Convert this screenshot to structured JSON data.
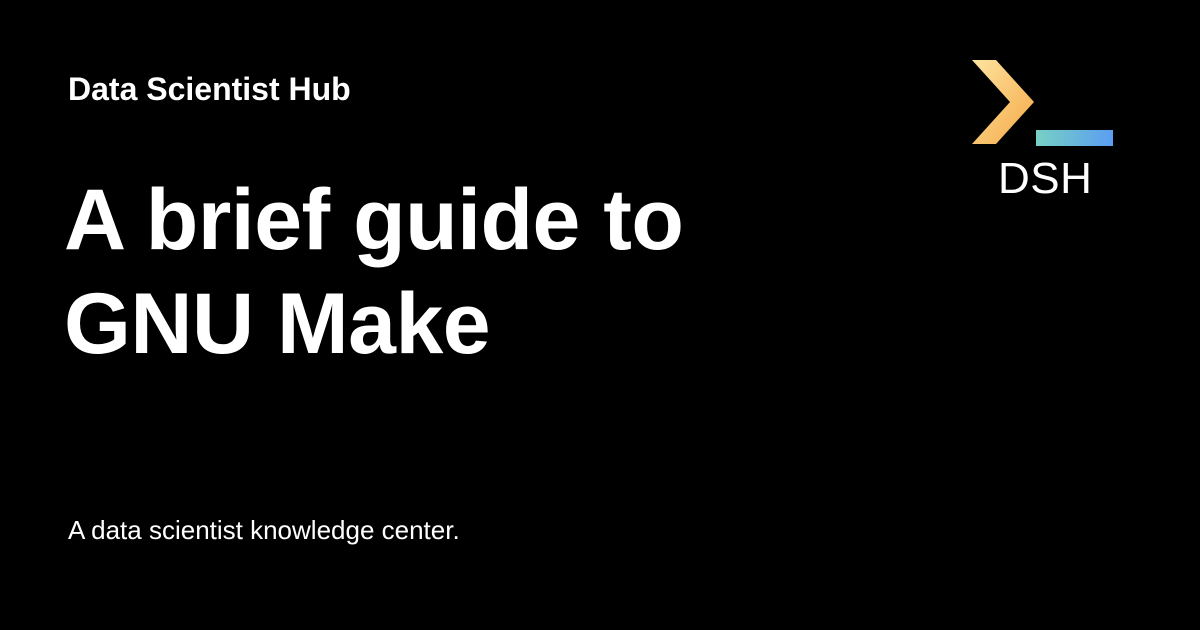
{
  "header": {
    "site_name": "Data Scientist Hub"
  },
  "main": {
    "title_line_1": "A brief guide to",
    "title_line_2": "GNU Make",
    "tagline": "A data scientist knowledge center."
  },
  "logo": {
    "text": "DSH",
    "icon": "terminal-prompt-icon",
    "colors": {
      "chevron_start": "#fdd98a",
      "chevron_end": "#f7b24f",
      "underscore_start": "#6fc9c9",
      "underscore_end": "#5aa3f0"
    }
  },
  "colors": {
    "background": "#000000",
    "text": "#ffffff"
  }
}
